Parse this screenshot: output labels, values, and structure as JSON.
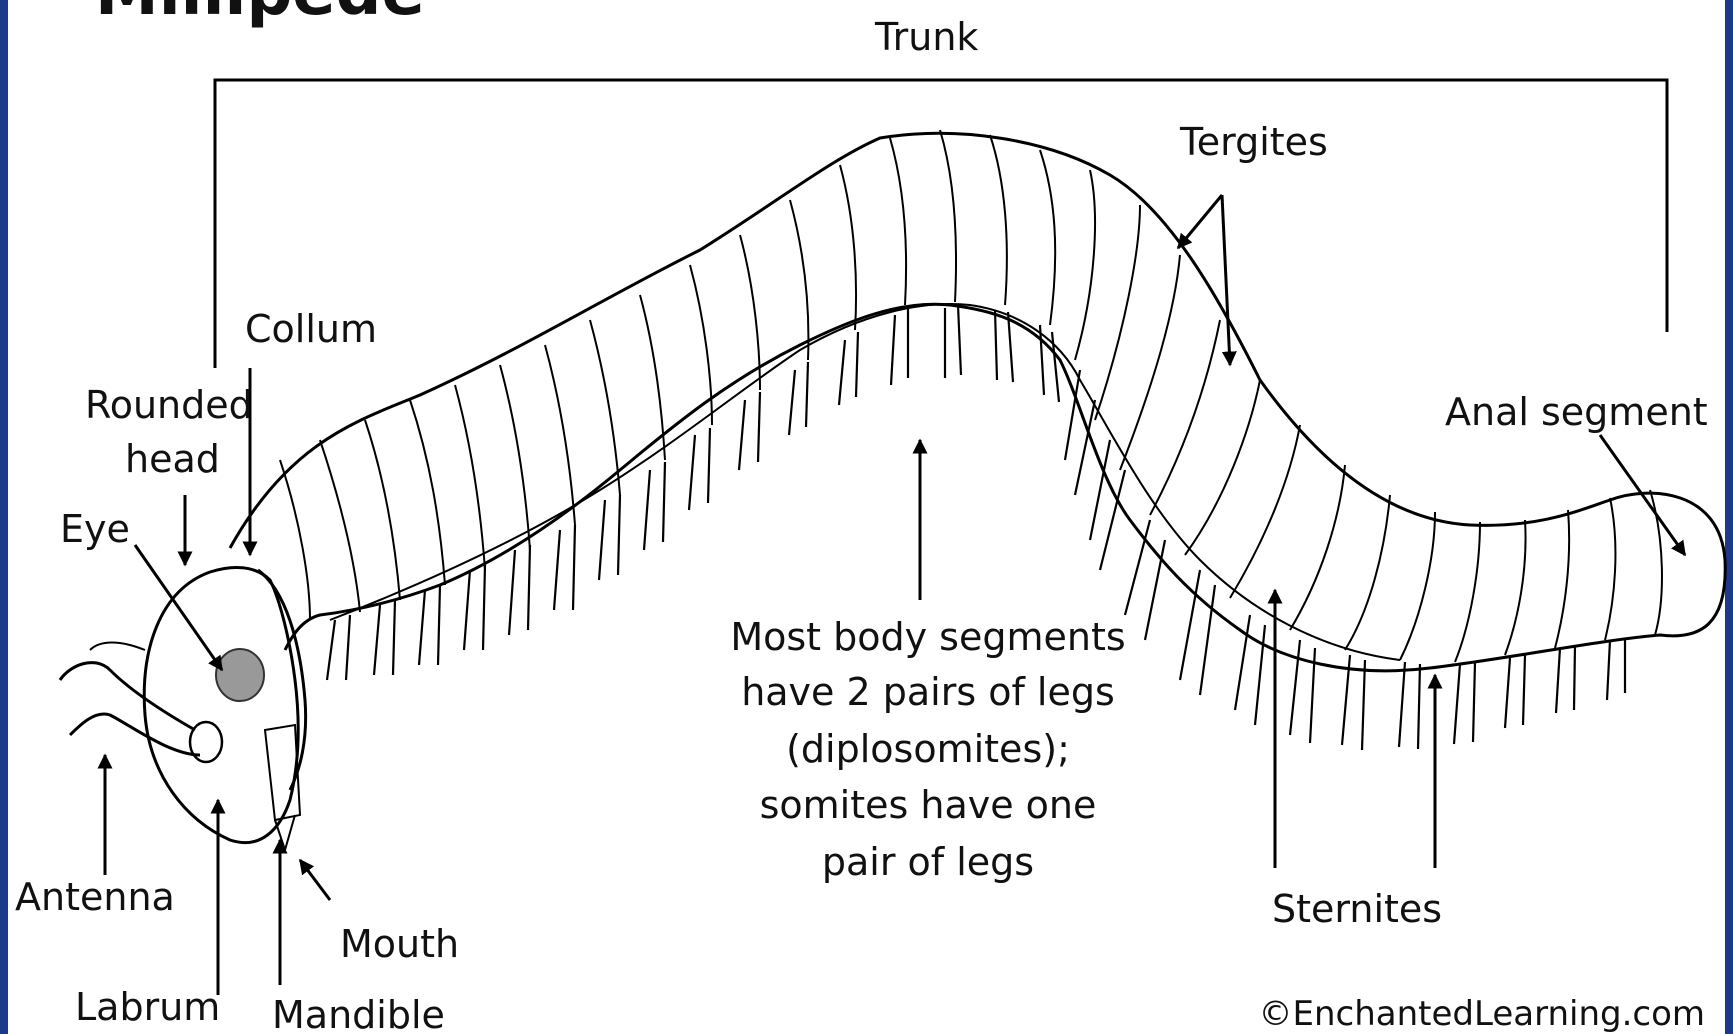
{
  "title": "Millipede",
  "labels": {
    "trunk": "Trunk",
    "tergites": "Tergites",
    "collum": "Collum",
    "rounded_head_1": "Rounded",
    "rounded_head_2": "head",
    "eye": "Eye",
    "anal_segment": "Anal segment",
    "body_segments_1": "Most body segments",
    "body_segments_2": "have 2 pairs of legs",
    "body_segments_3": "(diplosomites);",
    "body_segments_4": "somites have one",
    "body_segments_5": "pair of legs",
    "antenna": "Antenna",
    "labrum": "Labrum",
    "mandible": "Mandible",
    "mouth": "Mouth",
    "sternites": "Sternites"
  },
  "copyright": "©EnchantedLearning.com",
  "colors": {
    "frame_edge": "#1d3a8a",
    "eye": "#999999"
  }
}
